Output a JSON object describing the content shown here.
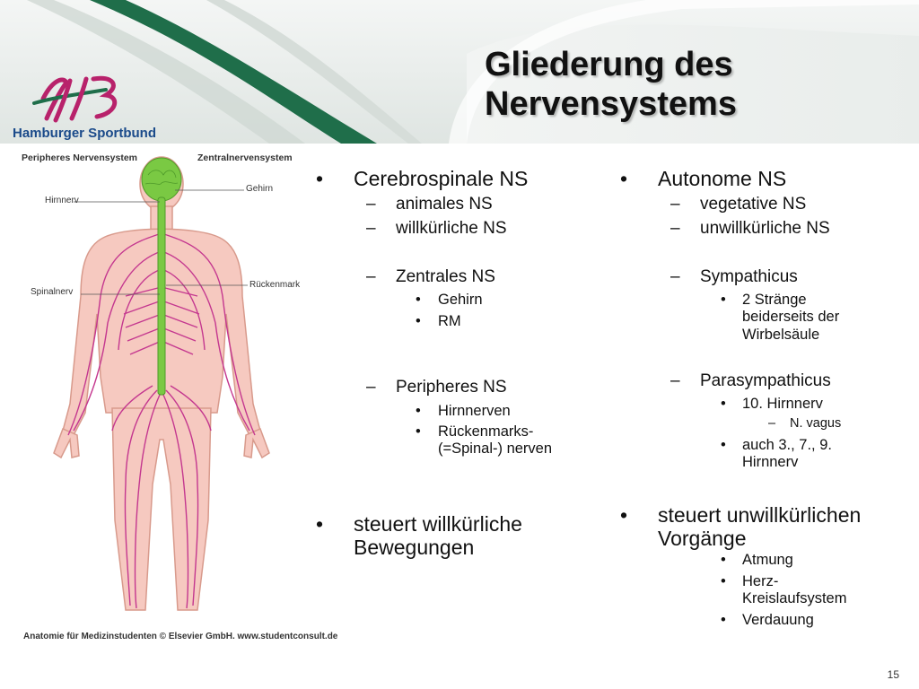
{
  "title": {
    "line1": "Gliederung des",
    "line2": "Nervensystems"
  },
  "logo": {
    "text": "Hamburger Sportbund"
  },
  "figure": {
    "label_peripheral": "Peripheres Nervensystem",
    "label_central": "Zentralnervensystem",
    "label_hirnnerv": "Hirnnerv",
    "label_gehirn": "Gehirn",
    "label_spinalnerv": "Spinalnerv",
    "label_rueckenmark": "Rückenmark",
    "caption": "Anatomie für Medizinstudenten © Elsevier GmbH. www.studentconsult.de",
    "colors": {
      "body_fill": "#f6c9c0",
      "body_stroke": "#d89a8c",
      "nerve": "#c4378f",
      "cns": "#7ac943"
    }
  },
  "left_column": {
    "heading": "Cerebrospinale NS",
    "sub1": "animales NS",
    "sub2": "willkürliche NS",
    "sub3": "Zentrales NS",
    "sub3_items": [
      "Gehirn",
      "RM"
    ],
    "sub4": "Peripheres NS",
    "sub4_items": [
      "Hirnnerven",
      "Rückenmarks-",
      "(=Spinal-) nerven"
    ],
    "summary_line1": "steuert willkürliche",
    "summary_line2": "Bewegungen"
  },
  "right_column": {
    "heading": "Autonome NS",
    "sub1": "vegetative NS",
    "sub2": "unwillkürliche NS",
    "sub3": "Sympathicus",
    "sub3_item_lines": [
      "2 Stränge",
      "beiderseits der",
      "Wirbelsäule"
    ],
    "sub4": "Parasympathicus",
    "sub4_item1": "10. Hirnnerv",
    "sub4_item1_sub": "N. vagus",
    "sub4_item2_lines": [
      "auch 3., 7., 9.",
      "Hirnnerv"
    ],
    "summary_line1": "steuert unwillkürlichen",
    "summary_line2": "Vorgänge",
    "summary_items": [
      "Atmung",
      "Herz-",
      "Kreislaufsystem",
      "Verdauung"
    ]
  },
  "page_number": "15",
  "colors": {
    "accent_green": "#1f6e4a",
    "logo_magenta": "#b8226b",
    "logo_blue": "#1a4a8a"
  }
}
